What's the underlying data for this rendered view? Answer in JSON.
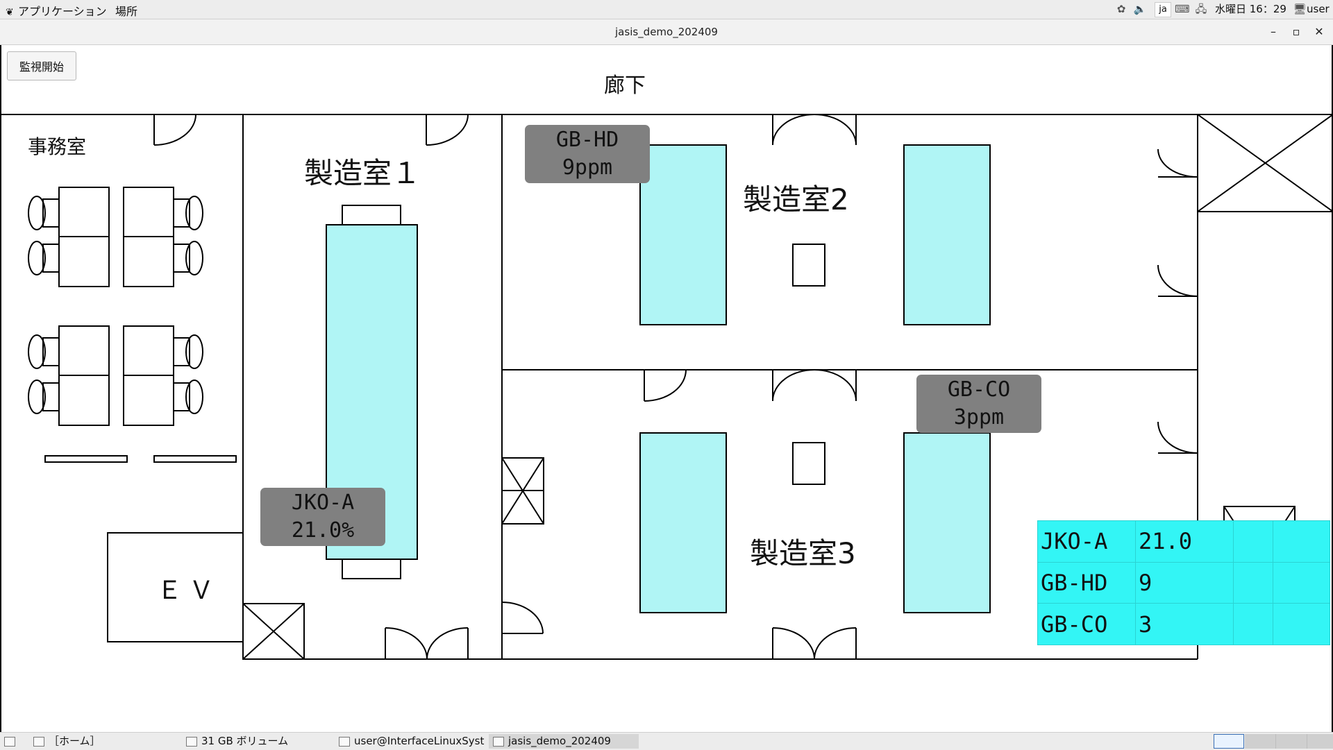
{
  "topbar": {
    "applications_label": "アプリケーション",
    "places_label": "場所",
    "ime_label": "ja",
    "clock": "水曜日 16：29",
    "user_label": "user"
  },
  "window": {
    "title": "jasis_demo_202409",
    "minimize_glyph": "–",
    "maximize_glyph": "▫",
    "close_glyph": "✕"
  },
  "toolbar": {
    "monitor_button": "監視開始"
  },
  "floor": {
    "corridor": "廊下",
    "office": "事務室",
    "room1": "製造室１",
    "room2": "製造室2",
    "room3": "製造室3",
    "elevator": "ＥＶ"
  },
  "sensors": [
    {
      "name": "GB-HD",
      "value": "9ppm"
    },
    {
      "name": "GB-CO",
      "value": "3ppm"
    },
    {
      "name": "JKO-A",
      "value": "21.0%"
    }
  ],
  "readings": [
    {
      "name": "JKO-A",
      "value": "21.0"
    },
    {
      "name": "GB-HD",
      "value": "9"
    },
    {
      "name": "GB-CO",
      "value": "3"
    }
  ],
  "taskbar": {
    "home": "［ホーム］",
    "volume": "31 GB ボリューム",
    "terminal": "user@InterfaceLinuxSyst···",
    "app": "jasis_demo_202409"
  },
  "colors": {
    "machine_fill": "#b0f5f5",
    "sensor_fill": "#808080",
    "readings_fill": "#33f5f5"
  },
  "icons": {
    "apps": "gnome-foot-icon",
    "updates": "update-notifier-icon",
    "volume": "speaker-icon",
    "keyboard": "keyboard-icon",
    "network": "network-icon",
    "user": "monitor-icon"
  }
}
